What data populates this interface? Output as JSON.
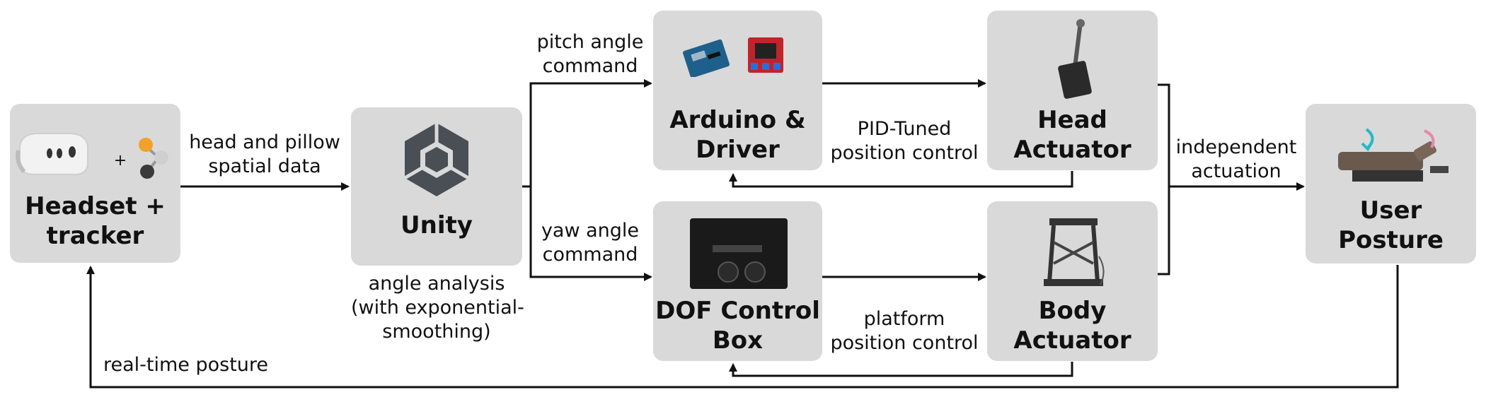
{
  "nodes": {
    "headset": {
      "title_1": "Headset +",
      "title_2": "tracker",
      "icon_plus": "+"
    },
    "unity": {
      "title": "Unity"
    },
    "arduino": {
      "title_1": "Arduino &",
      "title_2": "Driver"
    },
    "dof": {
      "title_1": "DOF Control",
      "title_2": "Box"
    },
    "head_actuator": {
      "title_1": "Head",
      "title_2": "Actuator"
    },
    "body_actuator": {
      "title_1": "Body",
      "title_2": "Actuator"
    },
    "user_posture": {
      "title_1": "User",
      "title_2": "Posture"
    }
  },
  "edges": {
    "head_pillow": {
      "line_1": "head and pillow",
      "line_2": "spatial data"
    },
    "pitch": {
      "line_1": "pitch angle",
      "line_2": "command"
    },
    "yaw": {
      "line_1": "yaw angle",
      "line_2": "command"
    },
    "pid": {
      "line_1": "PID-Tuned",
      "line_2": "position control"
    },
    "platform": {
      "line_1": "platform",
      "line_2": "position control"
    },
    "independent": {
      "line_1": "independent",
      "line_2": "actuation"
    },
    "realtime": {
      "text": "real-time posture"
    }
  },
  "annotations": {
    "angle_analysis": {
      "line_1": "angle analysis",
      "line_2": "(with exponential-",
      "line_3": "smoothing)"
    }
  },
  "colors": {
    "box_fill": "#d9d9d9",
    "arrow": "#111111",
    "unity_logo": "#4a4f55",
    "arduino_board": "#1f5f8b",
    "driver_board": "#c0242b",
    "control_box": "#1a1a1a",
    "posture_arrow_cyan": "#26b8c4",
    "posture_arrow_pink": "#e58aa8"
  },
  "icons": {
    "headset": "vr-headset-icon",
    "tracker": "tracker-icon",
    "unity": "unity-logo-icon",
    "arduino": "arduino-board-icon",
    "driver": "motor-driver-icon",
    "dof_box": "control-box-icon",
    "head_actuator": "linear-actuator-icon",
    "body_actuator": "motion-platform-icon",
    "user_posture": "reclining-user-icon"
  }
}
